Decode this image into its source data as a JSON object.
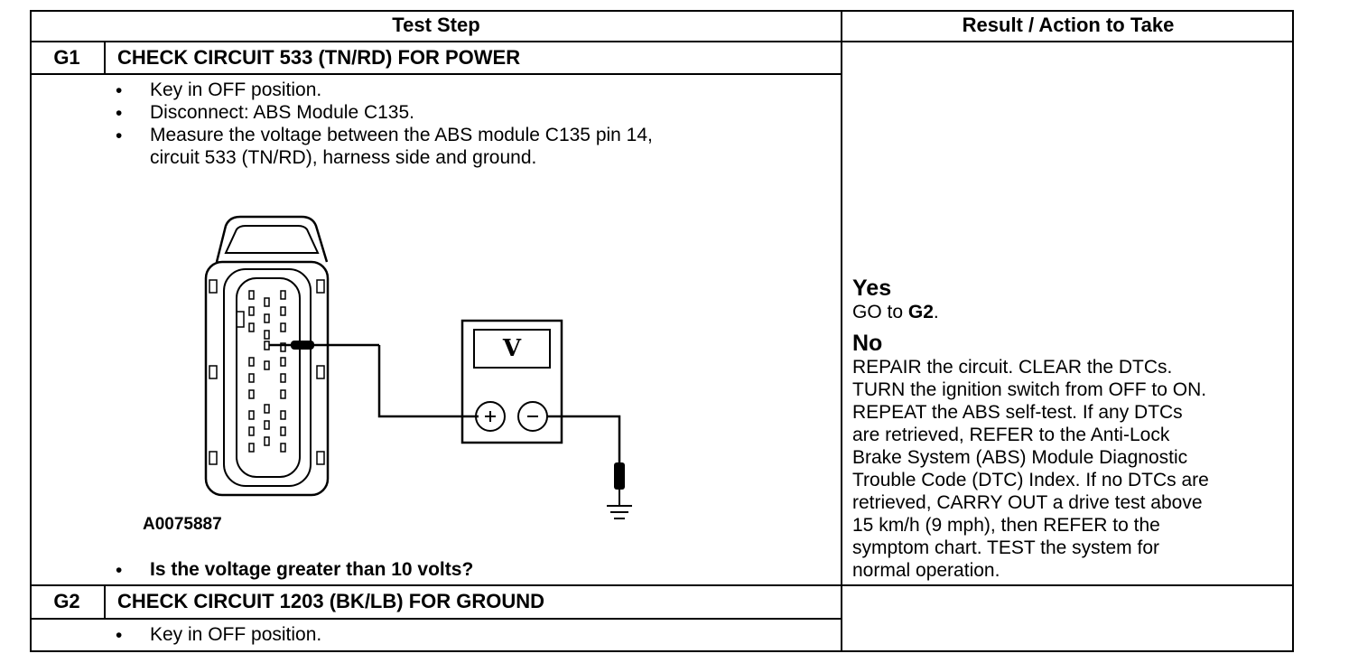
{
  "header": {
    "test_step": "Test Step",
    "result": "Result / Action to Take"
  },
  "steps": [
    {
      "id": "G1",
      "title": "CHECK CIRCUIT 533 (TN/RD) FOR POWER",
      "bullets": [
        "Key in OFF position.",
        "Disconnect: ABS Module C135.",
        "Measure the voltage between the ABS module C135 pin 14,",
        "circuit 533 (TN/RD), harness side and ground."
      ],
      "figure_id": "A0075887",
      "meter_symbol": "V",
      "question": "Is the voltage greater than 10 volts?"
    },
    {
      "id": "G2",
      "title": "CHECK CIRCUIT 1203 (BK/LB) FOR GROUND",
      "bullets": [
        "Key in OFF position."
      ]
    }
  ],
  "result": {
    "yes_label": "Yes",
    "yes_text_pre": "GO to ",
    "yes_target": "G2",
    "yes_text_post": ".",
    "no_label": "No",
    "no_lines": [
      "REPAIR the circuit. CLEAR the DTCs.",
      "TURN the ignition switch from OFF to ON.",
      "REPEAT the ABS self-test. If any DTCs",
      "are retrieved, REFER to the Anti-Lock",
      "Brake System (ABS) Module Diagnostic",
      "Trouble Code (DTC) Index. If no DTCs are",
      "retrieved,  CARRY OUT a drive test above",
      "15 km/h (9 mph), then REFER to the",
      "symptom chart. TEST the system for",
      "normal operation."
    ]
  },
  "bullet_char": "•"
}
